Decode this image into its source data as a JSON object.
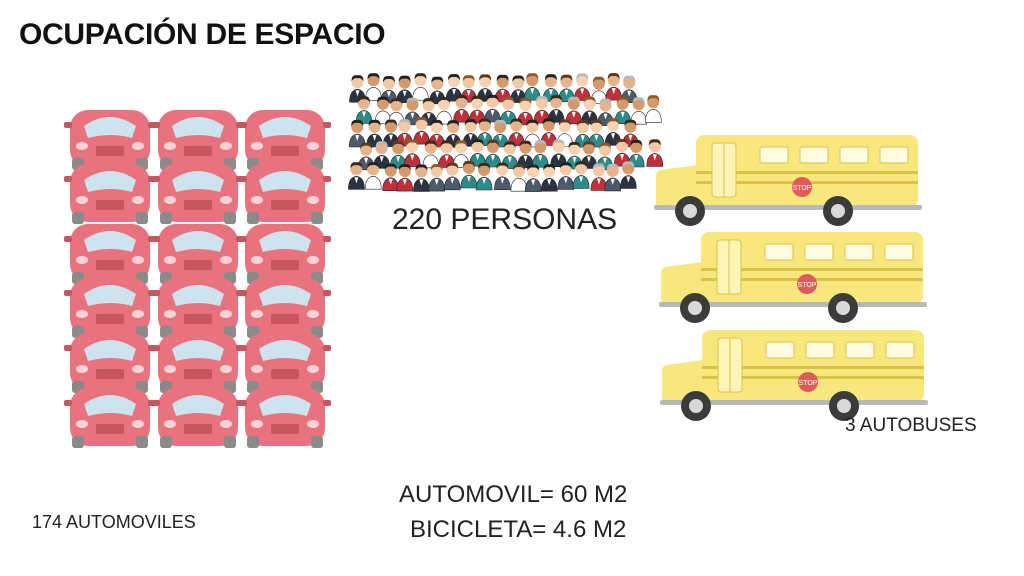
{
  "slide": {
    "title": "OCUPACIÓN DE ESPACIO",
    "people_caption": "220 PERSONAS",
    "cars_caption": "174 AUTOMOVILES",
    "buses_caption": "3 AUTOBUSES",
    "area_car": "AUTOMOVIL= 60 M2",
    "area_bike": "BICICLETA= 4.6 M2",
    "bus_sign": "STOP"
  },
  "colors": {
    "car_body": "#e8737f",
    "car_dark": "#c85660",
    "car_glass": "#cfe3ef",
    "bus_body": "#f7e77c",
    "bus_dark": "#d9c24a",
    "stop_sign": "#e05a5a",
    "crowd_suit": "#2b3340",
    "crowd_shirt_red": "#c0303a",
    "crowd_shirt_teal": "#2c8c8a"
  },
  "icons": {
    "cars": "red-car-icon",
    "people": "crowd-icon",
    "buses": "school-bus-icon"
  }
}
